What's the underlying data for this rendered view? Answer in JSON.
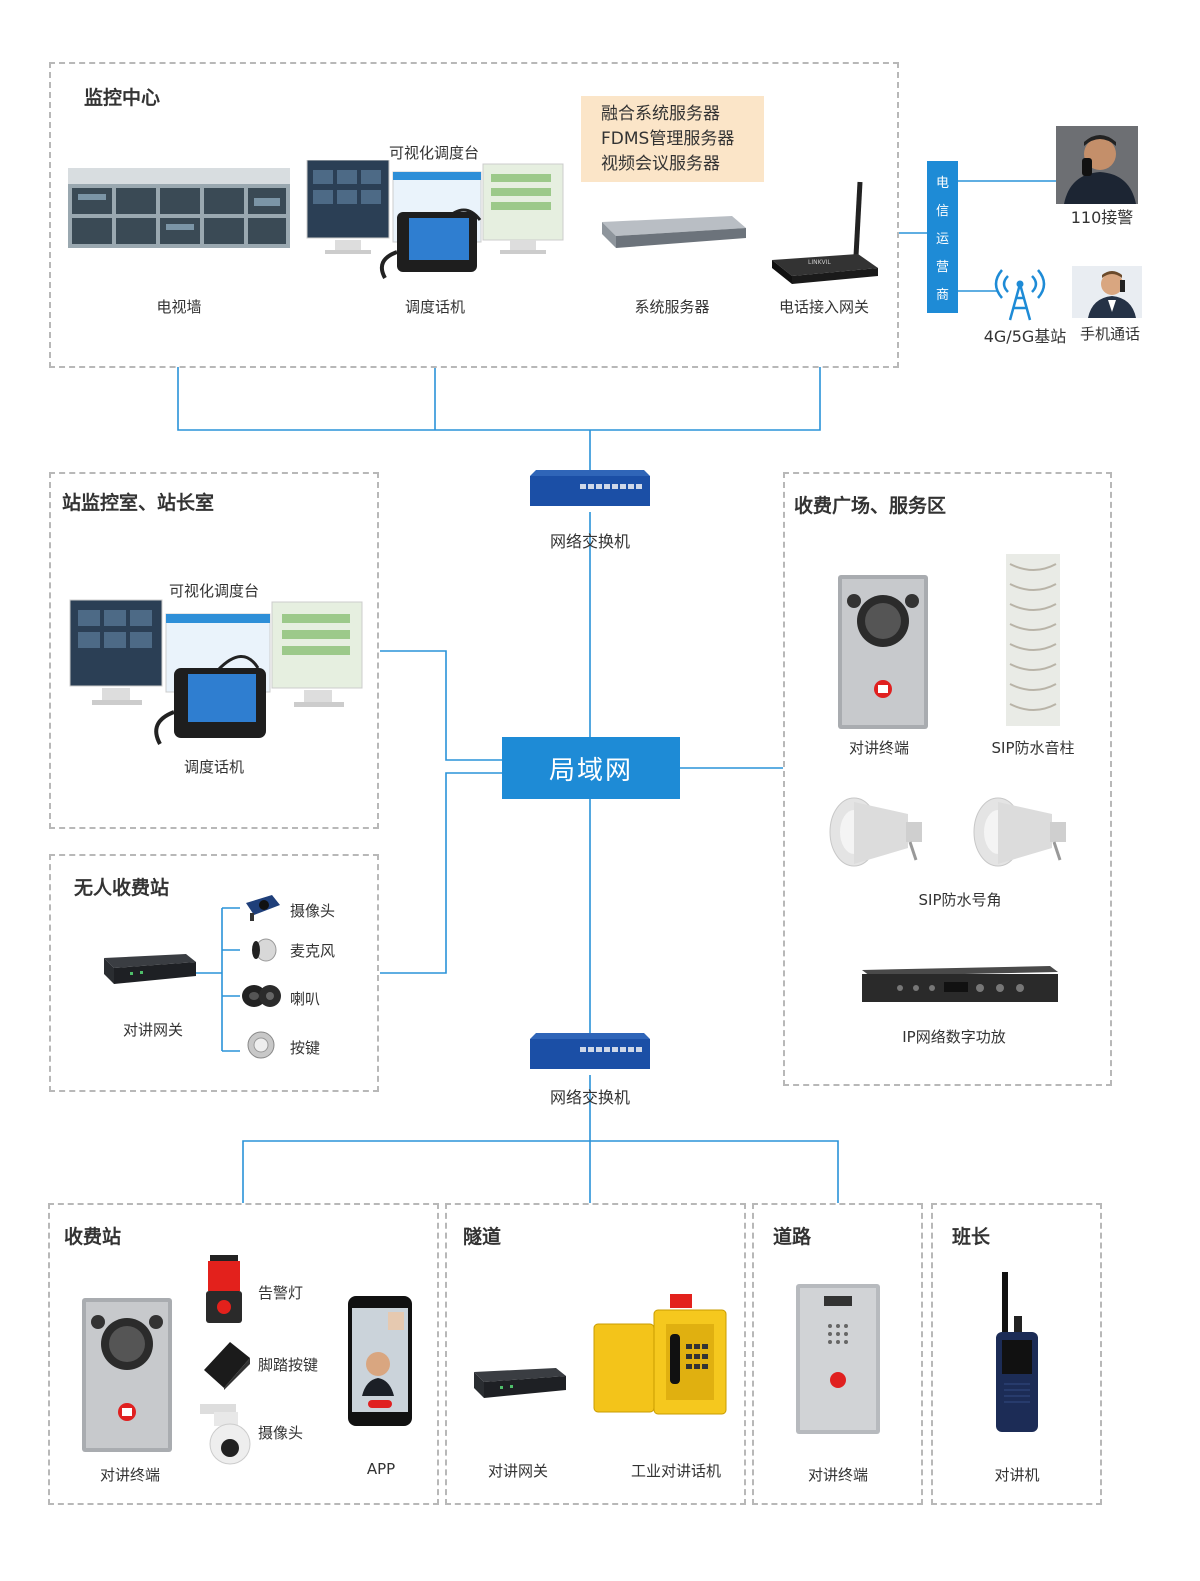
{
  "monitoring_center": {
    "title": "监控中心",
    "visual_console_label": "可视化调度台",
    "tv_wall": "电视墙",
    "dispatch_phone": "调度话机",
    "system_server": "系统服务器",
    "phone_gateway": "电话接入网关",
    "servers": [
      "融合系统服务器",
      "FDMS管理服务器",
      "视频会议服务器"
    ]
  },
  "telecom": {
    "chars": [
      "电",
      "信",
      "运",
      "营",
      "商"
    ]
  },
  "external": {
    "police": "110接警",
    "base_station": "4G/5G基站",
    "mobile_call": "手机通话"
  },
  "switch_top": {
    "label": "网络交换机"
  },
  "switch_bottom": {
    "label": "网络交换机"
  },
  "lan": {
    "label": "局域网"
  },
  "station_room": {
    "title": "站监控室、站长室",
    "visual_console_label": "可视化调度台",
    "dispatch_phone": "调度话机"
  },
  "unmanned_station": {
    "title": "无人收费站",
    "gateway": "对讲网关",
    "peripherals": [
      "摄像头",
      "麦克风",
      "喇叭",
      "按键"
    ]
  },
  "toll_plaza": {
    "title": "收费广场、服务区",
    "intercom_terminal": "对讲终端",
    "column_speaker": "SIP防水音柱",
    "horn": "SIP防水号角",
    "amplifier": "IP网络数字功放"
  },
  "toll_station": {
    "title": "收费站",
    "intercom_terminal": "对讲终端",
    "alarm_light": "告警灯",
    "foot_switch": "脚踏按键",
    "camera": "摄像头",
    "app": "APP"
  },
  "tunnel": {
    "title": "隧道",
    "gateway": "对讲网关",
    "industrial_phone": "工业对讲话机"
  },
  "road": {
    "title": "道路",
    "intercom_terminal": "对讲终端"
  },
  "monitor": {
    "title": "班长",
    "walkie": "对讲机"
  },
  "colors": {
    "accent": "#1e8bd6",
    "note_bg": "#fbe5c8",
    "dashed": "#b8b8b8"
  }
}
